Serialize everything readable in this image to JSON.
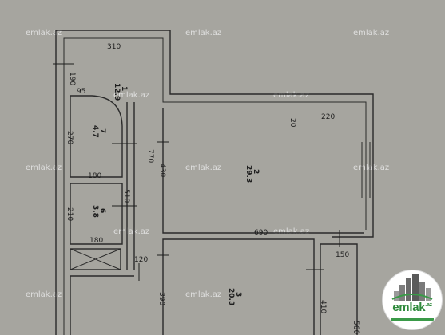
{
  "watermarks": [
    "emlak.az",
    "emlak.az",
    "emlak.az",
    "emlak.az",
    "emlak.az",
    "emlak.az",
    "emlak.az",
    "emlak.az",
    "emlak.az",
    "emlak.az",
    "emlak.az",
    "emlak.az"
  ],
  "dimensions": {
    "top_width": "310",
    "left_190": "190",
    "arc_95": "95",
    "left_270": "270",
    "left_180a": "180",
    "left_210": "210",
    "left_180b": "180",
    "corridor_510": "510",
    "corridor_770": "770",
    "room2_430": "430",
    "room2_20": "20",
    "room2_220": "220",
    "room2_690": "690",
    "hall_120": "120",
    "right_150": "150",
    "room3_390": "390",
    "right_410": "410",
    "right_560": "560"
  },
  "rooms": [
    {
      "number": "1",
      "area": "12.9"
    },
    {
      "number": "7",
      "area": "4.7"
    },
    {
      "number": "6",
      "area": "3.8"
    },
    {
      "number": "2",
      "area": "29.3"
    },
    {
      "number": "3",
      "area": "20.3"
    }
  ],
  "logo": {
    "text": "emlak",
    "tld": ".az"
  },
  "colors": {
    "background": "#a6a59f",
    "wall": "#2a2a2a",
    "logo_green": "#2f8a3c"
  }
}
